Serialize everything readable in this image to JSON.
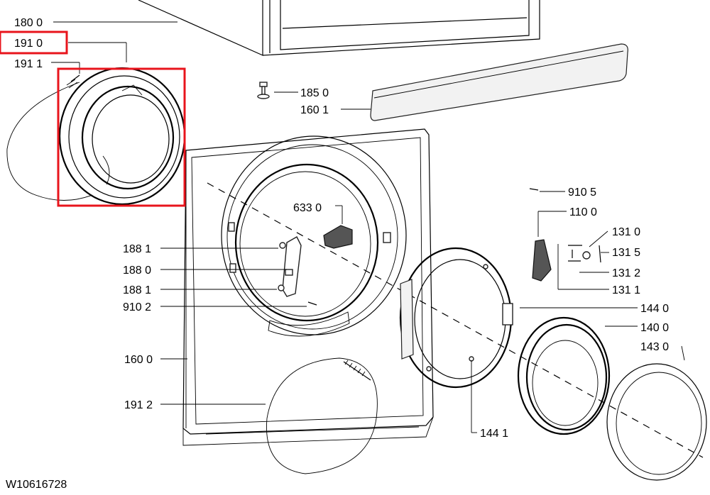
{
  "doc_number": "W10616728",
  "highlight_color": "#e8141c",
  "labels": {
    "p1800": "180 0",
    "p1910": "191 0",
    "p1911": "191 1",
    "p1850": "185 0",
    "p1601": "160 1",
    "p6330": "633 0",
    "p1881a": "188 1",
    "p1880": "188 0",
    "p1881b": "188 1",
    "p9102": "910 2",
    "p1600": "160 0",
    "p1912": "191 2",
    "p9105": "910 5",
    "p1100": "110 0",
    "p1310": "131 0",
    "p1315": "131 5",
    "p1312": "131 2",
    "p1311": "131 1",
    "p1440": "144 0",
    "p1400": "140 0",
    "p1430": "143 0",
    "p1441": "144 1"
  }
}
